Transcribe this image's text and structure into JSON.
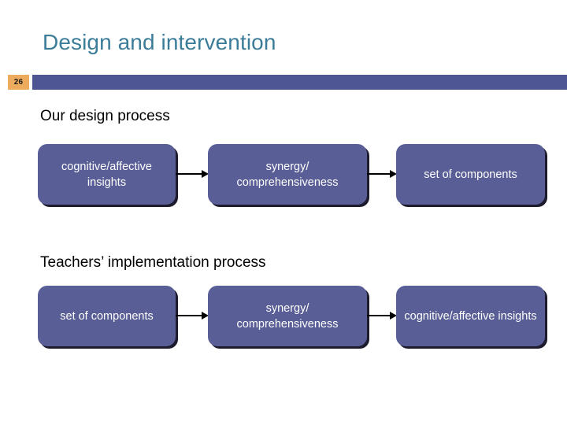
{
  "slide": {
    "title": "Design and intervention",
    "number": "26",
    "accent_title_color": "#3b7c99",
    "band_color": "#4e5791",
    "badge_color": "#edab5e",
    "box_color": "#595f96"
  },
  "sections": [
    {
      "heading": "Our design process",
      "steps": [
        {
          "label": "cognitive/affective insights"
        },
        {
          "label": "synergy/ comprehensiveness"
        },
        {
          "label": "set of components"
        }
      ]
    },
    {
      "heading": "Teachers’ implementation process",
      "steps": [
        {
          "label": "set of components"
        },
        {
          "label": "synergy/ comprehensiveness"
        },
        {
          "label": "cognitive/affective insights"
        }
      ]
    }
  ],
  "icons": {
    "arrow": "right-arrow-icon"
  }
}
